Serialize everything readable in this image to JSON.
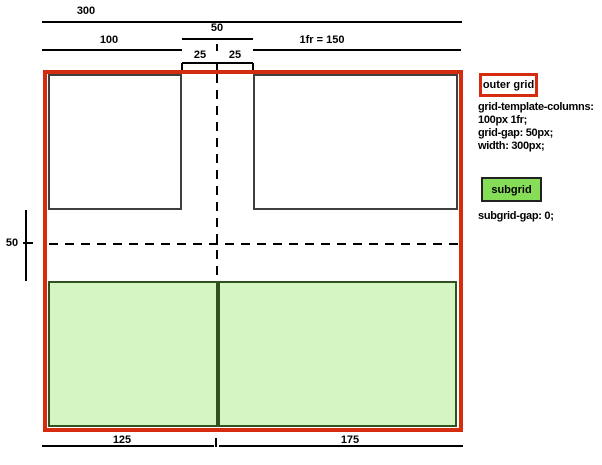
{
  "diagram": {
    "title_hint": "CSS grid with subgrid gap illustration",
    "measurements": {
      "outer_width": "300",
      "column_1": "100",
      "column_gap": "50",
      "gap_half_left": "25",
      "gap_half_right": "25",
      "column_2": "1fr = 150",
      "row_gap": "50",
      "subgrid_column_1": "125",
      "subgrid_column_2": "175"
    },
    "legend": {
      "outer_grid_label": "outer grid",
      "outer_grid_css_line_1": "grid-template-columns:",
      "outer_grid_css_line_2": "100px 1fr;",
      "outer_grid_css_line_3": "grid-gap: 50px;",
      "outer_grid_css_line_4": "width: 300px;",
      "subgrid_label": "subgrid",
      "subgrid_css_line_1": "subgrid-gap: 0;"
    },
    "colors": {
      "outer_grid_border": "#d52b0e",
      "grid_cell_border": "#3f3f3f",
      "subgrid_legend_fill": "#86de58",
      "subgrid_cell_fill": "#d4f6c3",
      "subgrid_cell_border": "#31511e",
      "measure_line": "#000000"
    }
  }
}
